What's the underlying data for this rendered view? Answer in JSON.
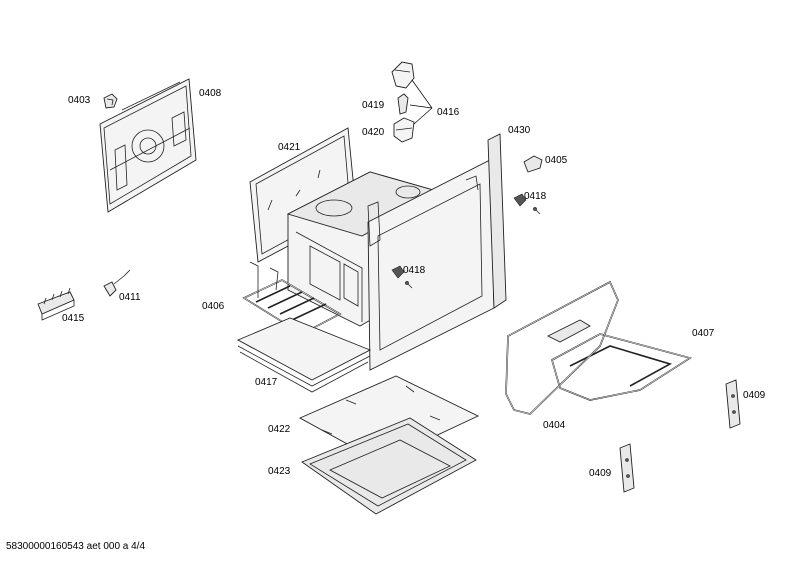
{
  "labels": {
    "p0403": "0403",
    "p0408": "0408",
    "p0419": "0419",
    "p0416": "0416",
    "p0420": "0420",
    "p0421": "0421",
    "p0430": "0430",
    "p0405": "0405",
    "p0418a": "0418",
    "p0418b": "0418",
    "p0411": "0411",
    "p0415": "0415",
    "p0406": "0406",
    "p0417": "0417",
    "p0407": "0407",
    "p0409a": "0409",
    "p0409b": "0409",
    "p0404": "0404",
    "p0422": "0422",
    "p0423": "0423"
  },
  "footer": "58300000160543 aet 000 a 4/4"
}
